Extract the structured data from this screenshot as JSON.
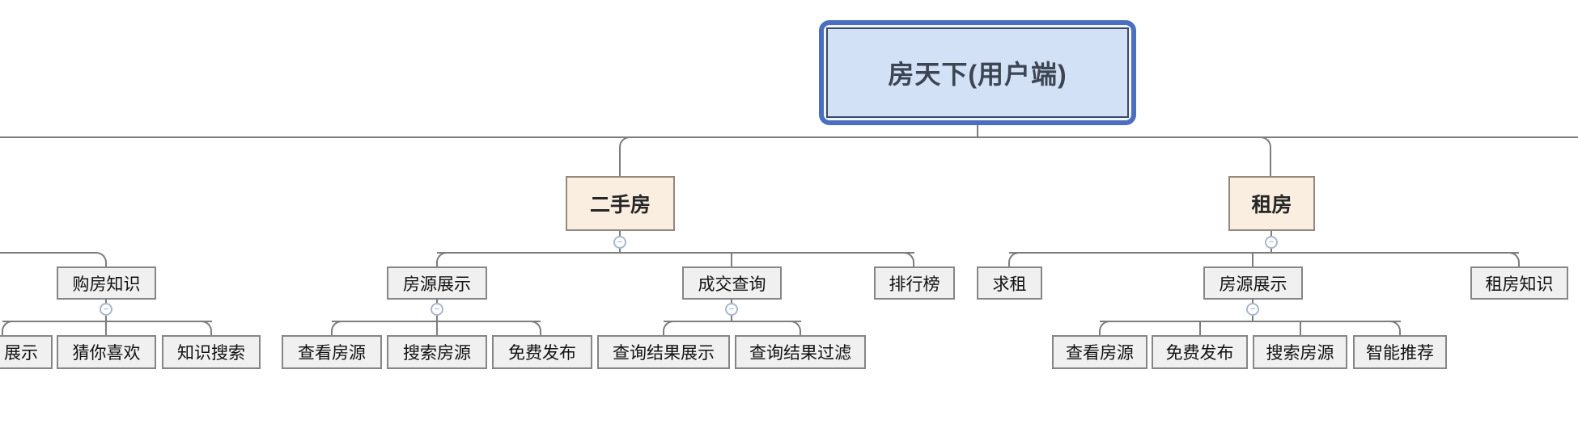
{
  "icons": {
    "collapse_glyph": "−"
  },
  "colors": {
    "connector": "#7d7d7d",
    "root_fill": "#d3e1f6",
    "root_border": "#4a6fc0",
    "root_inner_border": "#3b4a66",
    "root_text": "#3c4553",
    "branch_fill": "#faeee1",
    "branch_border": "#94897c",
    "node_fill": "#f0f0f0",
    "node_border": "#868686",
    "collapse_border": "#a9b7cc"
  },
  "map": {
    "root": {
      "label": "房天下(用户端)"
    },
    "branches": [
      {
        "label": "二手房",
        "children": [
          {
            "label": "房源展示",
            "children": [
              {
                "label": "查看房源"
              },
              {
                "label": "搜索房源"
              },
              {
                "label": "免费发布"
              }
            ]
          },
          {
            "label": "成交查询",
            "children": [
              {
                "label": "查询结果展示"
              },
              {
                "label": "查询结果过滤"
              }
            ]
          },
          {
            "label": "排行榜",
            "children": []
          }
        ]
      },
      {
        "label": "租房",
        "children": [
          {
            "label": "求租",
            "children": []
          },
          {
            "label": "房源展示",
            "children": [
              {
                "label": "查看房源"
              },
              {
                "label": "免费发布"
              },
              {
                "label": "搜索房源"
              },
              {
                "label": "智能推荐"
              }
            ]
          },
          {
            "label": "租房知识",
            "children": []
          }
        ]
      }
    ],
    "offscreen_left_branch": {
      "children": [
        {
          "label": "购房知识",
          "children": [
            {
              "label": "展示"
            },
            {
              "label": "猜你喜欢"
            },
            {
              "label": "知识搜索"
            }
          ]
        }
      ]
    }
  }
}
